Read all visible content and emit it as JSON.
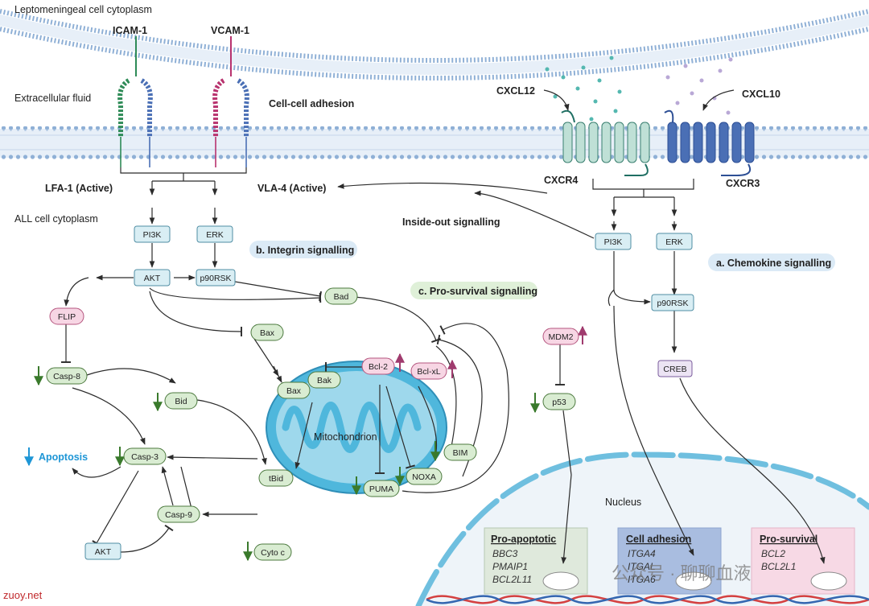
{
  "labels": {
    "cytoplasm_top": "Leptomeningeal cell cytoplasm",
    "icam": "ICAM-1",
    "vcam": "VCAM-1",
    "extracellular": "Extracellular fluid",
    "cell_adhesion": "Cell-cell adhesion",
    "cxcl12": "CXCL12",
    "cxcl10": "CXCL10",
    "cxcr4": "CXCR4",
    "cxcr3": "CXCR3",
    "lfa1": "LFA-1 (Active)",
    "vla4": "VLA-4 (Active)",
    "all_cyto": "ALL cell cytoplasm",
    "inside_out": "Inside-out signalling",
    "apoptosis": "Apoptosis",
    "mitochondrion": "Mitochondrion",
    "nucleus": "Nucleus",
    "watermark_site": "zuoy.net",
    "watermark_cn": "公众号 · 聊聊血液"
  },
  "sections": {
    "integrin": "b. Integrin signalling",
    "prosurvival": "c. Pro-survival signalling",
    "chemokine": "a. Chemokine signalling"
  },
  "nodes": {
    "pi3k_left": "PI3K",
    "erk_left": "ERK",
    "akt": "AKT",
    "p90rsk_left": "p90RSK",
    "flip": "FLIP",
    "bad": "Bad",
    "bax_top": "Bax",
    "bax_mito": "Bax",
    "bak": "Bak",
    "bcl2": "Bcl-2",
    "bclxl": "Bcl-xL",
    "casp8": "Casp-8",
    "bid": "Bid",
    "casp3": "Casp-3",
    "tbid": "tBid",
    "casp9": "Casp-9",
    "akt_bottom": "AKT",
    "cytoc": "Cyto c",
    "bim": "BIM",
    "noxa": "NOXA",
    "puma": "PUMA",
    "mdm2": "MDM2",
    "p53": "p53",
    "pi3k_right": "PI3K",
    "erk_right": "ERK",
    "p90rsk_right": "p90RSK",
    "creb": "CREB"
  },
  "gene_boxes": {
    "proapoptotic": {
      "title": "Pro-apoptotic",
      "genes": [
        "BBC3",
        "PMAIP1",
        "BCL2L11"
      ]
    },
    "adhesion": {
      "title": "Cell adhesion",
      "genes": [
        "ITGA4",
        "ITGAL",
        "ITGA6"
      ]
    },
    "prosurvival": {
      "title": "Pro-survival",
      "genes": [
        "BCL2",
        "BCL2L1"
      ]
    }
  },
  "colors": {
    "membrane": "#8fb0d6",
    "membrane_dark": "#5d84b6",
    "icam": "#2e8b57",
    "vcam": "#b8326e",
    "receptor_blue": "#4a6fb5",
    "cxcr4": "#bfe0d6",
    "mito": "#4fb7dc",
    "nucleus": "#6fbfdf",
    "green_arrow": "#3a7a2c",
    "pink_arrow": "#a03b6e",
    "apoptosis": "#1e96d6"
  }
}
